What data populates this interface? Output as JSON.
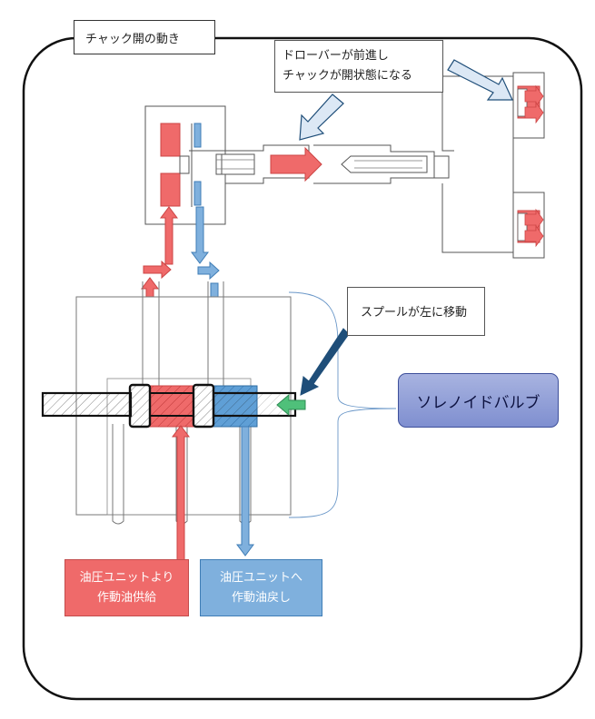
{
  "title": "チャック開の動き",
  "callouts": {
    "drawbar_line1": "ドローバーが前進し",
    "drawbar_line2": "チャックが開状態になる",
    "spool": "スプールが左に移動"
  },
  "solenoid_label": "ソレノイドバルブ",
  "supply_line1": "油圧ユニットより",
  "supply_line2": "作動油供給",
  "return_line1": "油圧ユニットへ",
  "return_line2": "作動油戻し",
  "colors": {
    "supply": "#ef6a6a",
    "return": "#7fb0dd",
    "solenoid": "#8f9dd6",
    "spool_arrow": "#4fc07a",
    "callout_arrow": "#dce8f5",
    "callout_arrow_dark": "#1f4e79"
  }
}
